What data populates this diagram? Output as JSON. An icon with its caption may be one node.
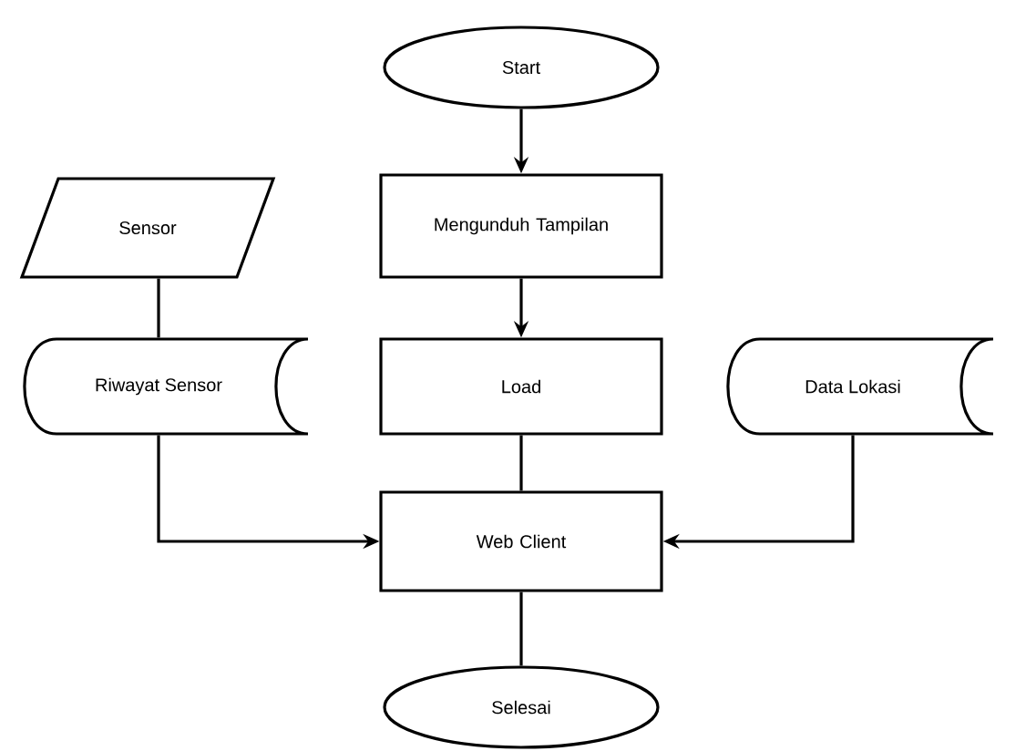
{
  "diagram": {
    "nodes": [
      {
        "text": [
          "Start"
        ]
      },
      {
        "text": [
          "Mengunduh Tampilan"
        ]
      },
      {
        "text": [
          "Sensor"
        ]
      },
      {
        "text": [
          "Riwayat Sensor"
        ]
      },
      {
        "text": [
          "Load"
        ]
      },
      {
        "text": [
          "Data Lokasi"
        ]
      },
      {
        "text": [
          "Web Client"
        ]
      },
      {
        "text": [
          "Selesai"
        ]
      }
    ],
    "edges": [
      {
        "from": 0,
        "to": 1,
        "arrow": "to"
      },
      {
        "from": 1,
        "to": 4,
        "arrow": "to"
      },
      {
        "from": 4,
        "to": 6,
        "arrow": "none"
      },
      {
        "from": 2,
        "to": 3,
        "arrow": "none"
      },
      {
        "from": 3,
        "to": 6,
        "arrow": "to"
      },
      {
        "from": 5,
        "to": 6,
        "arrow": "to"
      },
      {
        "from": 6,
        "to": 7,
        "arrow": "none"
      }
    ]
  }
}
